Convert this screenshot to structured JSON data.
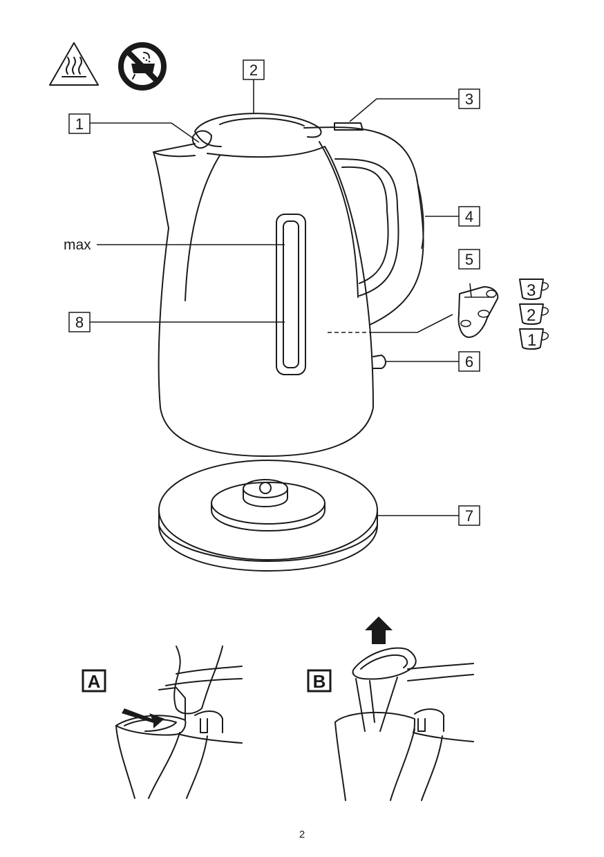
{
  "warnings": {
    "hot_surface": "hot-surface-warning-icon",
    "no_immersion": "do-not-immerse-icon"
  },
  "callouts": {
    "c1": "1",
    "c2": "2",
    "c3": "3",
    "c4": "4",
    "c5": "5",
    "c6": "6",
    "c7": "7",
    "c8": "8"
  },
  "max_label": "max",
  "cups": {
    "cup3": "3",
    "cup2": "2",
    "cup1": "1"
  },
  "steps": {
    "a": "A",
    "b": "B"
  },
  "page_number": "2"
}
